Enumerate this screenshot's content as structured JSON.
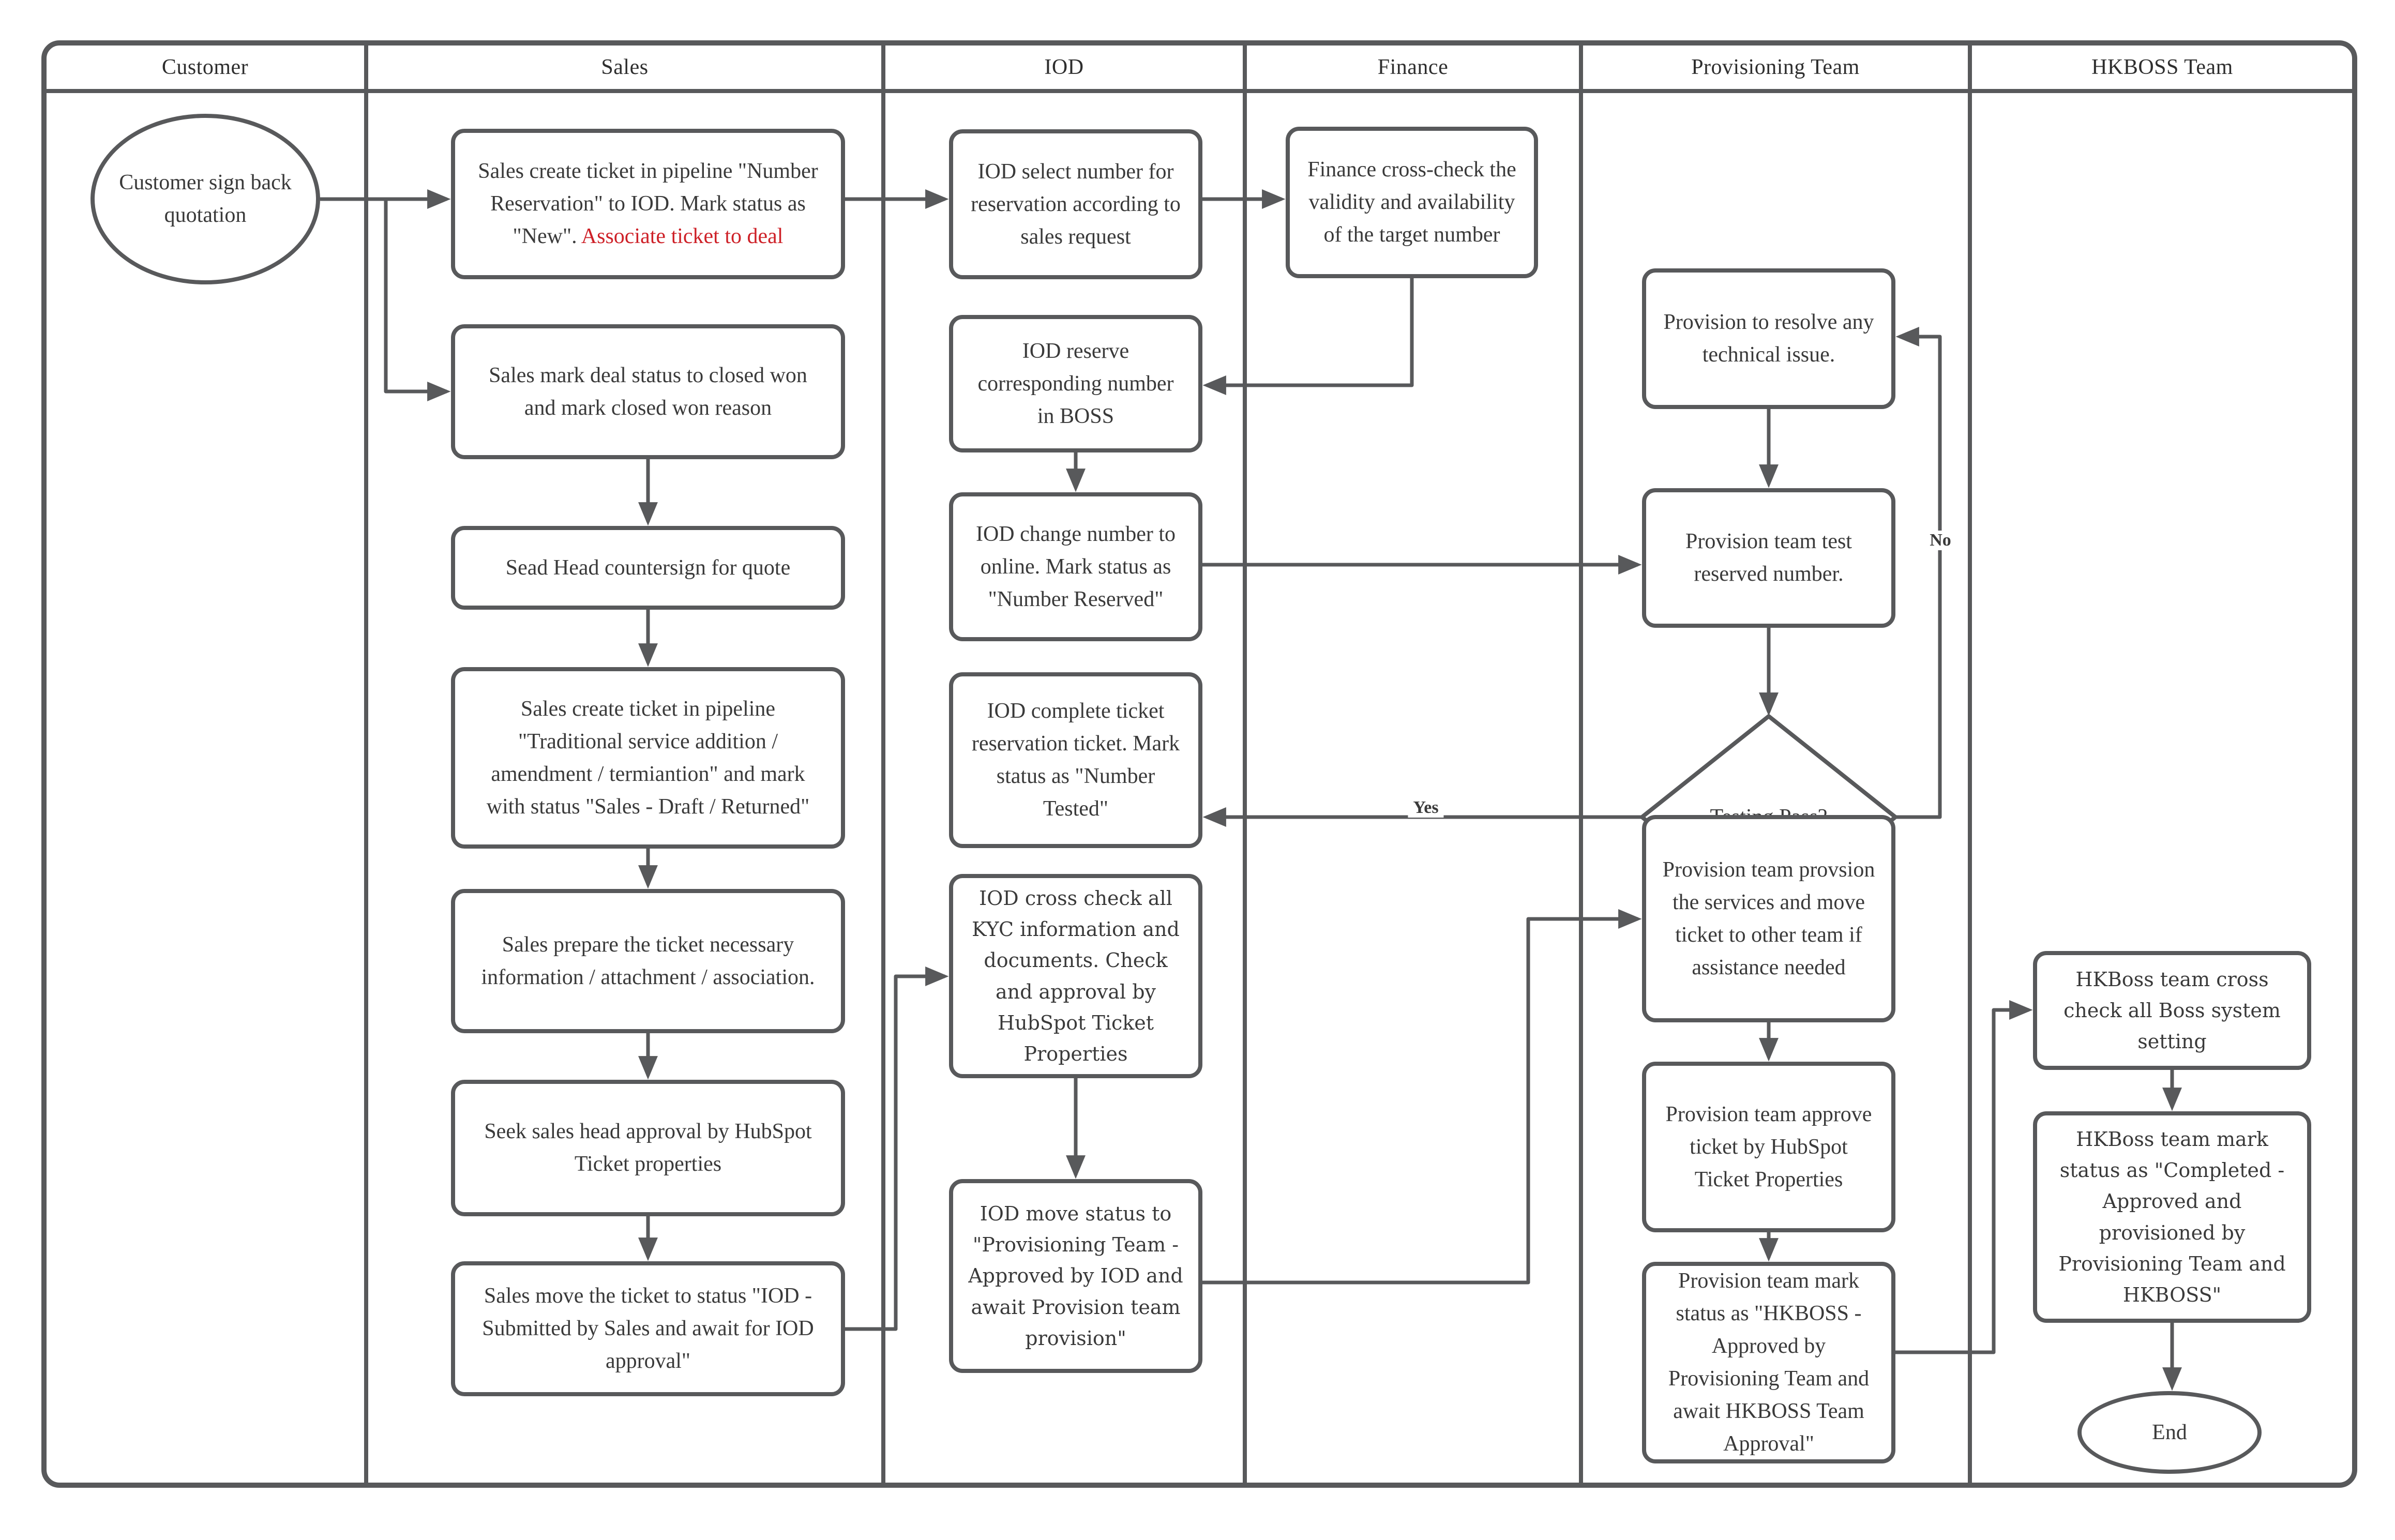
{
  "diagram": {
    "type": "swimlane-flowchart",
    "colors": {
      "line": "#58595B",
      "text": "#3a3a3a",
      "highlight_red": "#CE2128",
      "background": "#ffffff"
    },
    "lanes": [
      {
        "label": "Customer"
      },
      {
        "label": "Sales"
      },
      {
        "label": "IOD"
      },
      {
        "label": "Finance"
      },
      {
        "label": "Provisioning Team"
      },
      {
        "label": "HKBOSS Team"
      }
    ],
    "nodes": {
      "start": {
        "shape": "ellipse",
        "text": "Customer sign back quotation"
      },
      "s1": {
        "shape": "rect",
        "text": "Sales create ticket in pipeline \"Number Reservation\" to IOD. Mark status as \"New\". ",
        "text_red": "Associate ticket to deal"
      },
      "s2": {
        "shape": "rect",
        "text": "Sales mark deal status to closed won and mark closed won reason"
      },
      "s3": {
        "shape": "rect",
        "text": "Sead Head countersign for quote"
      },
      "s4": {
        "shape": "rect",
        "text": "Sales create ticket in pipeline \"Traditional service addition / amendment / termiantion\" and mark with status \"Sales - Draft / Returned\""
      },
      "s5": {
        "shape": "rect",
        "text": "Sales prepare the ticket necessary information / attachment / association."
      },
      "s6": {
        "shape": "rect",
        "text": "Seek sales head approval by HubSpot Ticket properties"
      },
      "s7": {
        "shape": "rect",
        "text": "Sales move the ticket to status \"IOD - Submitted by Sales and await for IOD approval\""
      },
      "i1": {
        "shape": "rect",
        "text": "IOD select number for reservation according to sales request"
      },
      "i2": {
        "shape": "rect",
        "text": "IOD reserve corresponding number in BOSS"
      },
      "i3": {
        "shape": "rect",
        "text": "IOD change number to online. Mark status as \"Number Reserved\""
      },
      "i4": {
        "shape": "rect",
        "text": "IOD complete ticket reservation ticket. Mark status as \"Number Tested\""
      },
      "i5": {
        "shape": "rect",
        "text": "IOD cross check all KYC information and documents. Check and approval by HubSpot Ticket Properties"
      },
      "i6": {
        "shape": "rect",
        "text": "IOD move status to \"Provisioning Team - Approved by IOD and await Provision team provision\""
      },
      "f1": {
        "shape": "rect",
        "text": "Finance cross-check the validity and availability of the target number"
      },
      "p1": {
        "shape": "rect",
        "text": "Provision to resolve any technical issue."
      },
      "p2": {
        "shape": "rect",
        "text": "Provision team test reserved number."
      },
      "d1": {
        "shape": "diamond",
        "text": "Testing Pass?"
      },
      "p3": {
        "shape": "rect",
        "text": "Provision team provsion the services and move ticket to other team if assistance needed"
      },
      "p4": {
        "shape": "rect",
        "text": "Provision team approve ticket by HubSpot Ticket Properties"
      },
      "p5": {
        "shape": "rect",
        "text": "Provision team mark status as \"HKBOSS - Approved by Provisioning Team and await HKBOSS Team Approval\""
      },
      "h1": {
        "shape": "rect",
        "text": "HKBoss team cross check all Boss system setting"
      },
      "h2": {
        "shape": "rect",
        "text": "HKBoss team mark status as \"Completed - Approved and provisioned by Provisioning Team and HKBOSS\""
      },
      "end": {
        "shape": "ellipse",
        "text": "End"
      }
    },
    "edge_labels": {
      "yes": "Yes",
      "no": "No"
    },
    "edges": [
      {
        "from": "start",
        "to": "s1"
      },
      {
        "from": "start",
        "to": "s2"
      },
      {
        "from": "s1",
        "to": "i1"
      },
      {
        "from": "i1",
        "to": "f1"
      },
      {
        "from": "f1",
        "to": "i2"
      },
      {
        "from": "i2",
        "to": "i3"
      },
      {
        "from": "i3",
        "to": "p2"
      },
      {
        "from": "s2",
        "to": "s3"
      },
      {
        "from": "s3",
        "to": "s4"
      },
      {
        "from": "s4",
        "to": "s5"
      },
      {
        "from": "s5",
        "to": "s6"
      },
      {
        "from": "s6",
        "to": "s7"
      },
      {
        "from": "s7",
        "to": "i5"
      },
      {
        "from": "i5",
        "to": "i6"
      },
      {
        "from": "i6",
        "to": "p3"
      },
      {
        "from": "p1",
        "to": "p2"
      },
      {
        "from": "p2",
        "to": "d1"
      },
      {
        "from": "d1",
        "to": "i4",
        "label": "Yes"
      },
      {
        "from": "d1",
        "to": "p1",
        "label": "No"
      },
      {
        "from": "p3",
        "to": "p4"
      },
      {
        "from": "p4",
        "to": "p5"
      },
      {
        "from": "p5",
        "to": "h1"
      },
      {
        "from": "h1",
        "to": "h2"
      },
      {
        "from": "h2",
        "to": "end"
      }
    ]
  }
}
